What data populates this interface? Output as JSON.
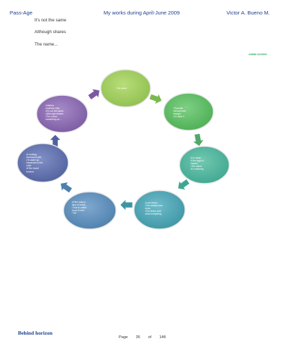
{
  "header": {
    "left": "Pass-Age",
    "center": "My works during April-June 2009",
    "right": "Victor A. Bueno M."
  },
  "intro_lines": [
    "It's not the same",
    "Although shares",
    "The name..."
  ],
  "signature": "VABM /11/2009",
  "cycle": {
    "nodes": [
      {
        "color": "#8fbf4e",
        "lines": [
          "It is name"
        ]
      },
      {
        "color": "#4cae54",
        "lines": [
          "•That sits",
          "•Would ever",
          "  escape",
          "•Or think it"
        ]
      },
      {
        "color": "#3fa791",
        "lines": [
          "•For when",
          "  it''the logic in",
          "  instant,",
          "•The  same",
          "  it''s meaning"
        ]
      },
      {
        "color": "#3d95a4",
        "lines": [
          "•Love times,",
          "•The behind ever",
          "  done,",
          "•The times dust",
          "•And everything"
        ]
      },
      {
        "color": "#4d80ad",
        "lines": [
          "•It''the rolls to",
          "  dies of truths,",
          "•That is called",
          "•now & here",
          "  \"TM\""
        ]
      },
      {
        "color": "#51619e",
        "lines": [
          "•It nothing",
          "  increased with",
          "•To wake up",
          "  immersed in the",
          "  color",
          "•It''the loved",
          "  horizon"
        ]
      },
      {
        "color": "#7a5aa2",
        "lines": [
          "•Neither",
          "  nowhere else",
          "•It's not the same",
          "•Although shares",
          "•The name...",
          "  something so..."
        ]
      }
    ]
  },
  "footer": {
    "title": "Behind horizon",
    "page_label": "Page",
    "page": "35",
    "of_label": "of",
    "total": "148"
  }
}
